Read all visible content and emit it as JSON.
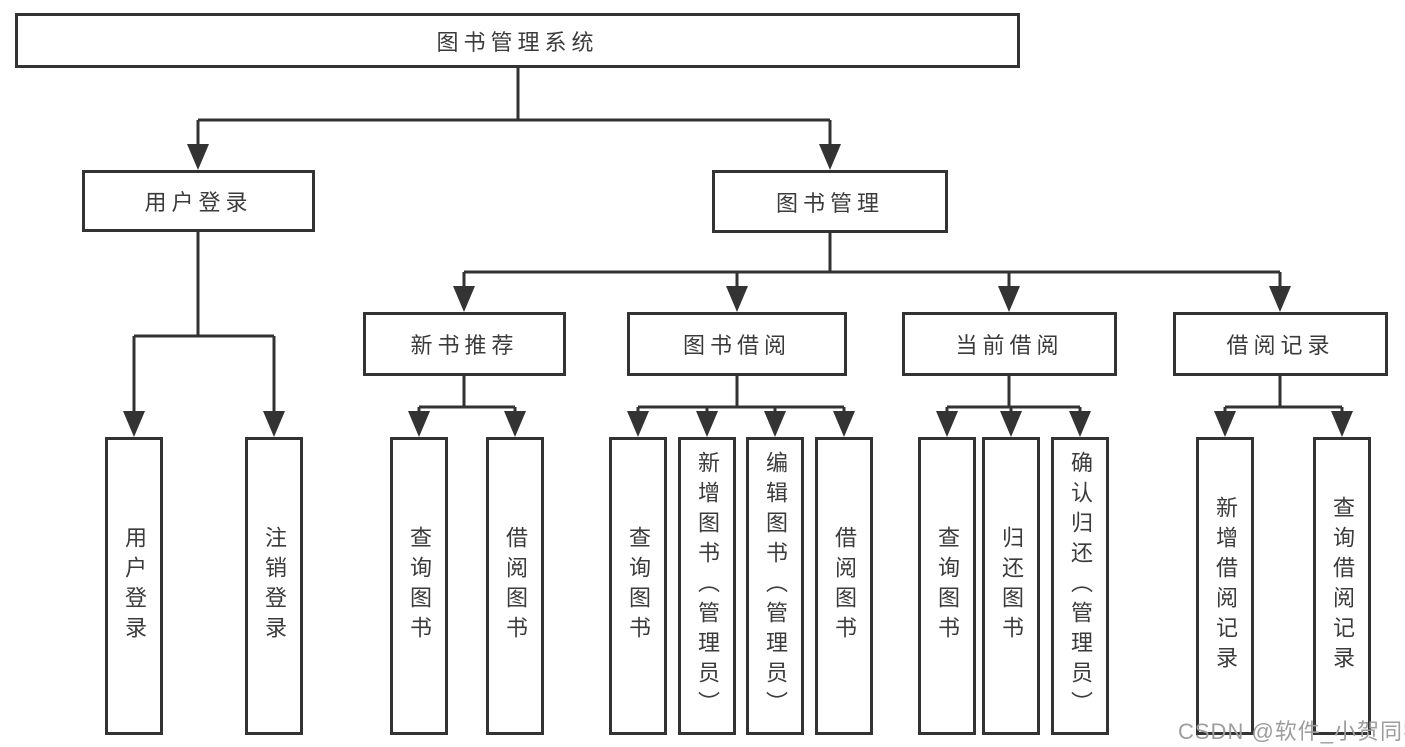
{
  "diagram": {
    "root": {
      "label": "图书管理系统"
    },
    "children": [
      {
        "label": "用户登录",
        "children": [
          {
            "label": "用户登录"
          },
          {
            "label": "注销登录"
          }
        ]
      },
      {
        "label": "图书管理",
        "children": [
          {
            "label": "新书推荐",
            "children": [
              {
                "label": "查询图书"
              },
              {
                "label": "借阅图书"
              }
            ]
          },
          {
            "label": "图书借阅",
            "children": [
              {
                "label": "查询图书"
              },
              {
                "label": "新增图书（管理员）"
              },
              {
                "label": "编辑图书（管理员）"
              },
              {
                "label": "借阅图书"
              }
            ]
          },
          {
            "label": "当前借阅",
            "children": [
              {
                "label": "查询图书"
              },
              {
                "label": "归还图书"
              },
              {
                "label": "确认归还（管理员）"
              }
            ]
          },
          {
            "label": "借阅记录",
            "children": [
              {
                "label": "新增借阅记录"
              },
              {
                "label": "查询借阅记录"
              }
            ]
          }
        ]
      }
    ]
  },
  "watermark": {
    "text": "CSDN @软件_小贺同学"
  },
  "colors": {
    "line": "#333333",
    "box_border": "#333333",
    "box_fill": "#ffffff",
    "text": "#3b3b3b",
    "watermark": "#9d9d9d"
  }
}
